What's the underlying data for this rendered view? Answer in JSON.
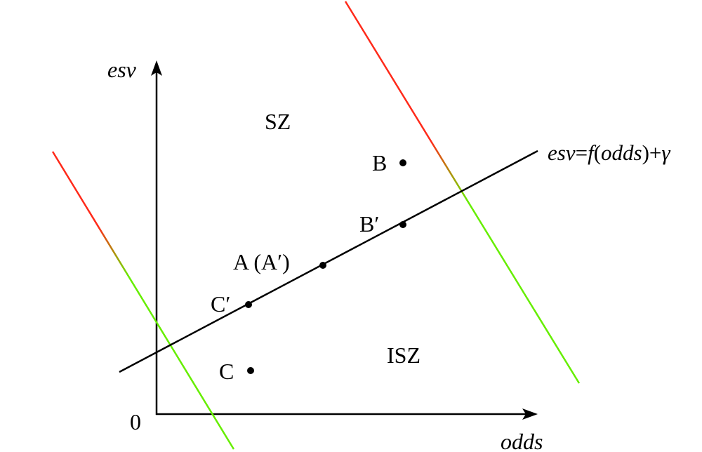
{
  "axes": {
    "y_label": "esv",
    "x_label": "odds",
    "origin_label": "0"
  },
  "regions": {
    "upper": "SZ",
    "lower": "ISZ"
  },
  "line_label": {
    "lhs": "esv",
    "eq": "=",
    "f": "f",
    "open": "(",
    "arg": "odds",
    "close": ")+",
    "gamma": "γ"
  },
  "points": [
    {
      "id": "B",
      "label": "B"
    },
    {
      "id": "Bp",
      "label": "B′"
    },
    {
      "id": "A",
      "label": "A (A′)"
    },
    {
      "id": "Cp",
      "label": "C′"
    },
    {
      "id": "C",
      "label": "C"
    }
  ],
  "colors": {
    "axis": "#000000",
    "boundary_top": "#ff2a1a",
    "boundary_bottom": "#66ee00"
  }
}
